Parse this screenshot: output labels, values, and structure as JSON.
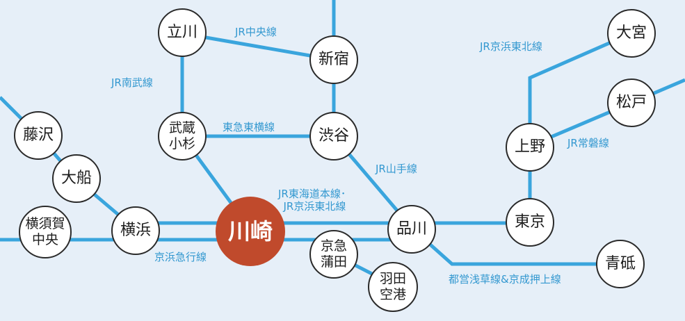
{
  "map": {
    "line_color": "#3aa5dd",
    "background": "#e6eff8",
    "highlight_color": "#c04a2c",
    "stations": {
      "tachikawa": "立川",
      "shinjuku": "新宿",
      "omiya": "大宮",
      "matsudo": "松戸",
      "fujisawa": "藤沢",
      "musashikosugi": "武蔵\n小杉",
      "shibuya": "渋谷",
      "ueno": "上野",
      "ofuna": "大船",
      "yokosuka_chuo": "横須賀\n中央",
      "yokohama": "横浜",
      "kawasaki": "川崎",
      "keikyu_kamata": "京急\n蒲田",
      "shinagawa": "品川",
      "tokyo": "東京",
      "aomono": "青砥",
      "haneda": "羽田\n空港"
    },
    "lines": {
      "chuo": "JR中央線",
      "nambu": "JR南武線",
      "toyoko": "東急東横線",
      "yamanote": "JR山手線",
      "tokaido": "JR東海道本線･\nJR京浜東北線",
      "keihin_tohoku": "JR京浜東北線",
      "joban": "JR常磐線",
      "keikyu": "京浜急行線",
      "asakusa_oshiage": "都営浅草線&京成押上線"
    }
  }
}
